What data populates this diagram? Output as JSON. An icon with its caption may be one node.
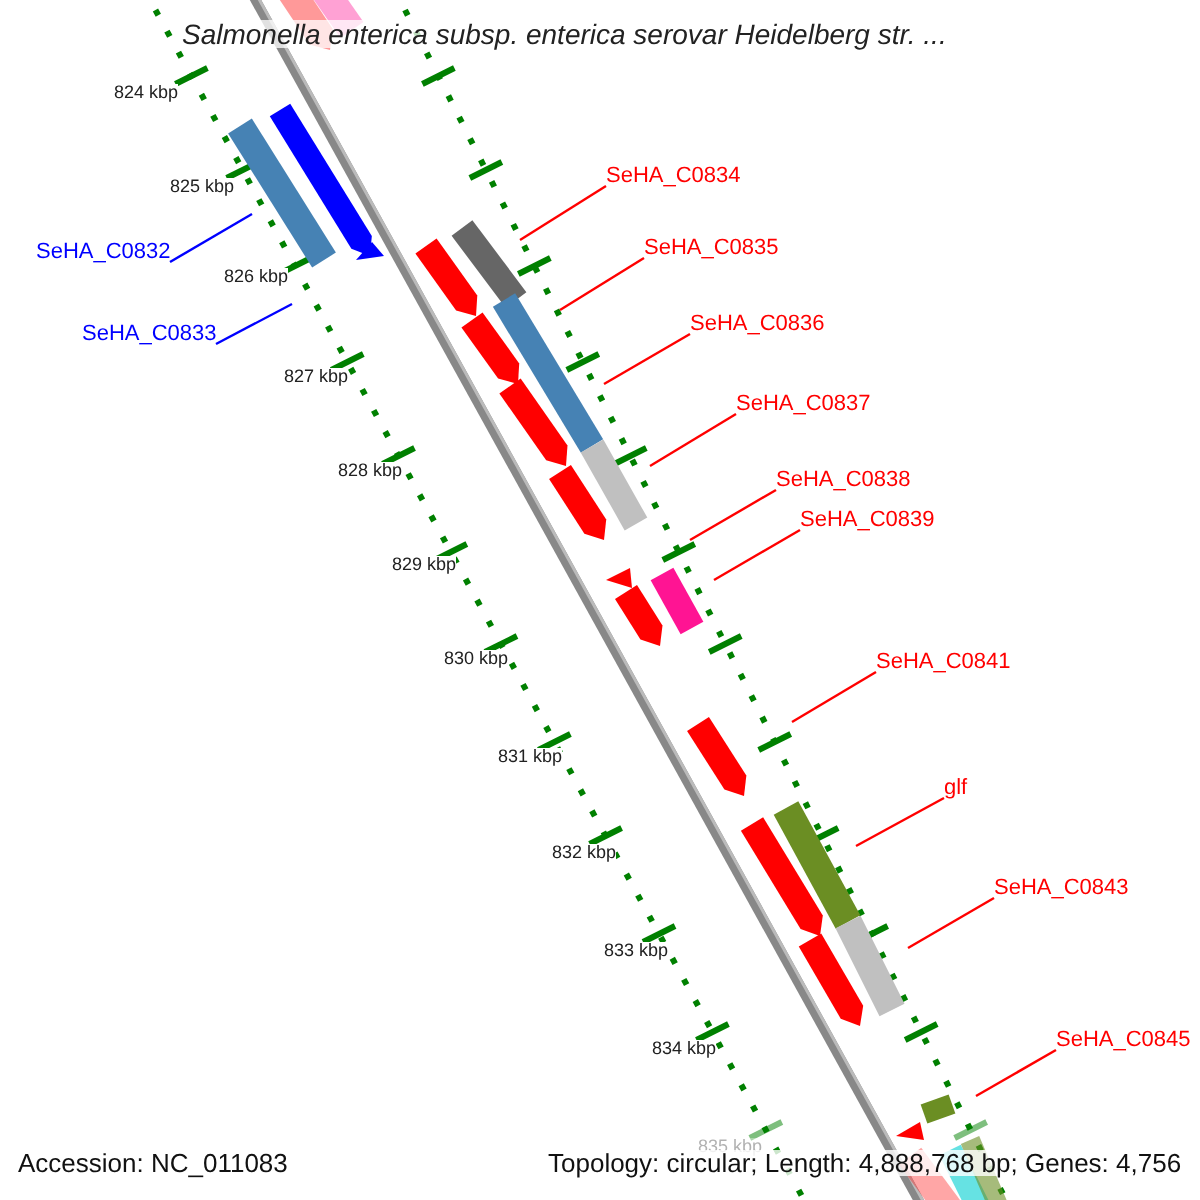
{
  "diagram": {
    "title": "Salmonella enterica subsp. enterica serovar Heidelberg str. ...",
    "nodes": [
      {
        "text": [
          "SeHA_C0834"
        ]
      },
      {
        "text": [
          "SeHA_C0835"
        ]
      },
      {
        "text": [
          "SeHA_C0832"
        ]
      },
      {
        "text": [
          "SeHA_C0836"
        ]
      },
      {
        "text": [
          "SeHA_C0833"
        ]
      },
      {
        "text": [
          "SeHA_C0837"
        ]
      },
      {
        "text": [
          "SeHA_C0838"
        ]
      },
      {
        "text": [
          "SeHA_C0839"
        ]
      },
      {
        "text": [
          "SeHA_C0841"
        ]
      },
      {
        "text": [
          "glf"
        ]
      },
      {
        "text": [
          "SeHA_C0843"
        ]
      },
      {
        "text": [
          "SeHA_C0845"
        ]
      }
    ],
    "edges": [
      {
        "from": 0,
        "to": null,
        "arrow": "none"
      },
      {
        "from": 1,
        "to": null,
        "arrow": "none"
      },
      {
        "from": 2,
        "to": null,
        "arrow": "none",
        "color": "#0000ff"
      },
      {
        "from": 3,
        "to": null,
        "arrow": "none"
      },
      {
        "from": 4,
        "to": null,
        "arrow": "none",
        "color": "#0000ff"
      },
      {
        "from": 5,
        "to": null,
        "arrow": "none"
      },
      {
        "from": 6,
        "to": null,
        "arrow": "none"
      },
      {
        "from": 7,
        "to": null,
        "arrow": "none"
      },
      {
        "from": 8,
        "to": null,
        "arrow": "none"
      },
      {
        "from": 9,
        "to": null,
        "arrow": "none"
      },
      {
        "from": 10,
        "to": null,
        "arrow": "none"
      },
      {
        "from": 11,
        "to": null,
        "arrow": "none"
      }
    ],
    "labels": [
      "824 kbp",
      "825 kbp",
      "826 kbp",
      "827 kbp",
      "828 kbp",
      "829 kbp",
      "830 kbp",
      "831 kbp",
      "832 kbp",
      "833 kbp",
      "834 kbp",
      "835 kbp",
      "Accession: NC_011083",
      "Topology: circular; Length: 4,888,768 bp; Genes: 4,756"
    ]
  }
}
